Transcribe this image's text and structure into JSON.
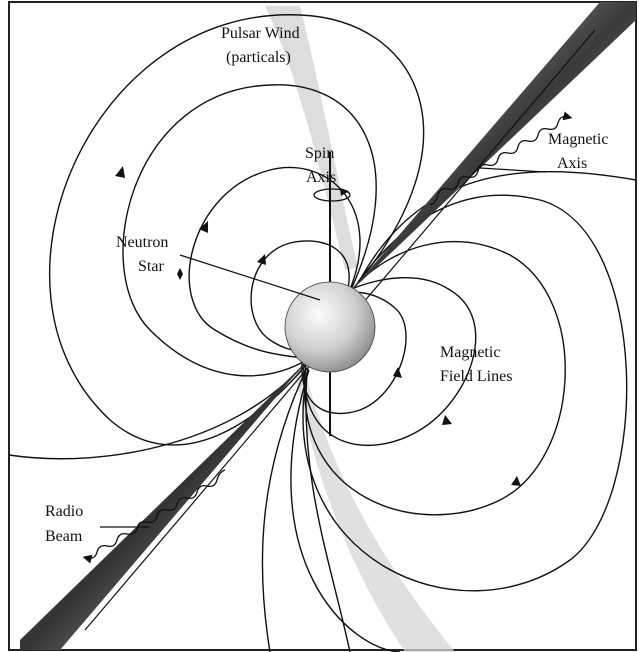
{
  "labels": {
    "pulsar_wind_1": "Pulsar Wind",
    "pulsar_wind_2": "(particals)",
    "spin_1": "Spin",
    "spin_2": "Axis",
    "magnetic_axis_1": "Magnetic",
    "magnetic_axis_2": "Axis",
    "neutron_1": "Neutron",
    "neutron_2": "Star",
    "field_lines_1": "Magnetic",
    "field_lines_2": "Field Lines",
    "radio_beam_1": "Radio",
    "radio_beam_2": "Beam"
  },
  "colors": {
    "line": "#111111",
    "beam_dark": "#3a3a3a",
    "beam_light": "#d9d9d9",
    "wind": "#d4d4d4",
    "star_light": "#fafafa",
    "star_dark": "#8a8a8a"
  }
}
